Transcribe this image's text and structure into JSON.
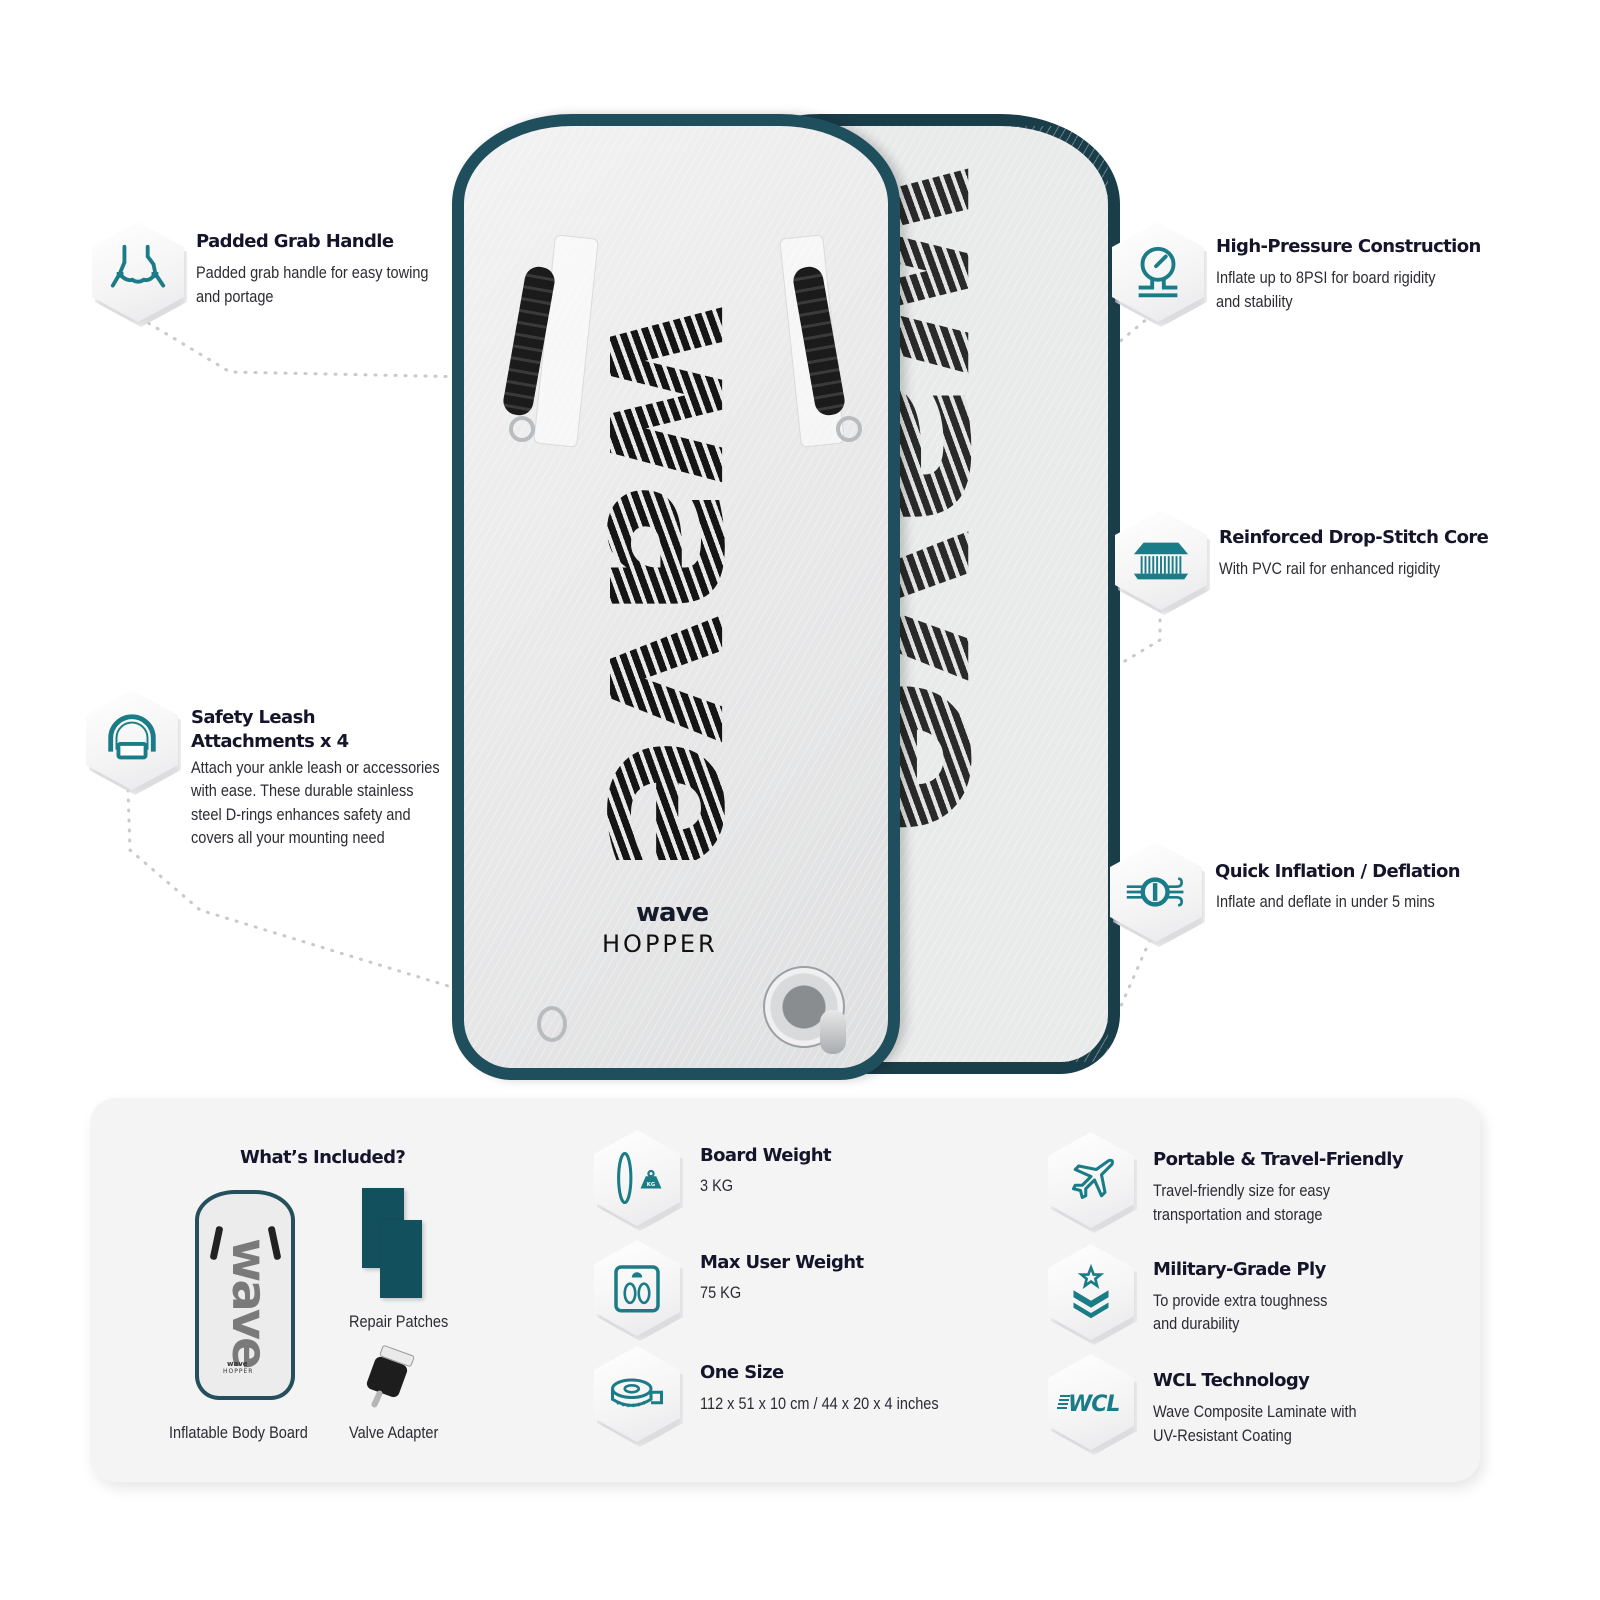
{
  "product": {
    "brand": "wave",
    "model": "HOPPER",
    "board_color_rail": "#1f4e5c",
    "accent_color": "#1a7c86"
  },
  "features_left": [
    {
      "icon": "grab-handle-icon",
      "title": "Padded Grab Handle",
      "desc_lines": [
        "Padded grab handle for easy towing",
        "and portage"
      ]
    },
    {
      "icon": "d-ring-icon",
      "title_lines": [
        "Safety Leash",
        "Attachments x 4"
      ],
      "desc_lines": [
        "Attach your ankle leash or accessories",
        "with ease. These durable stainless",
        "steel D-rings enhances safety and",
        "covers all your mounting need"
      ]
    }
  ],
  "features_right": [
    {
      "icon": "pressure-gauge-icon",
      "title": "High-Pressure Construction",
      "desc_lines": [
        "Inflate up to 8PSI for board rigidity",
        "and stability"
      ]
    },
    {
      "icon": "drop-stitch-icon",
      "title": "Reinforced Drop-Stitch Core",
      "desc_lines": [
        "With PVC rail for enhanced rigidity"
      ]
    },
    {
      "icon": "valve-airflow-icon",
      "title": "Quick Inflation / Deflation",
      "desc_lines": [
        "Inflate and deflate in under 5 mins"
      ]
    }
  ],
  "included": {
    "title": "What’s Included?",
    "items": [
      {
        "label": "Inflatable Body Board"
      },
      {
        "label": "Repair Patches"
      },
      {
        "label": "Valve Adapter"
      }
    ]
  },
  "specs": [
    {
      "icon": "board-weight-icon",
      "title": "Board Weight",
      "value": "3 KG",
      "icon_text": "KG"
    },
    {
      "icon": "scale-icon",
      "title": "Max User Weight",
      "value": "75 KG"
    },
    {
      "icon": "tape-measure-icon",
      "title": "One Size",
      "value": "112 x 51 x 10 cm / 44 x 20 x 4 inches"
    }
  ],
  "highlights": [
    {
      "icon": "airplane-icon",
      "title": "Portable & Travel-Friendly",
      "desc_lines": [
        "Travel-friendly size for easy",
        "transportation and storage"
      ]
    },
    {
      "icon": "military-rank-icon",
      "title": "Military-Grade Ply",
      "desc_lines": [
        "To provide extra toughness",
        "and durability"
      ]
    },
    {
      "icon": "wcl-logo-icon",
      "title": "WCL Technology",
      "icon_text": "WCL",
      "desc_lines": [
        "Wave Composite Laminate with",
        "UV-Resistant Coating"
      ]
    }
  ]
}
